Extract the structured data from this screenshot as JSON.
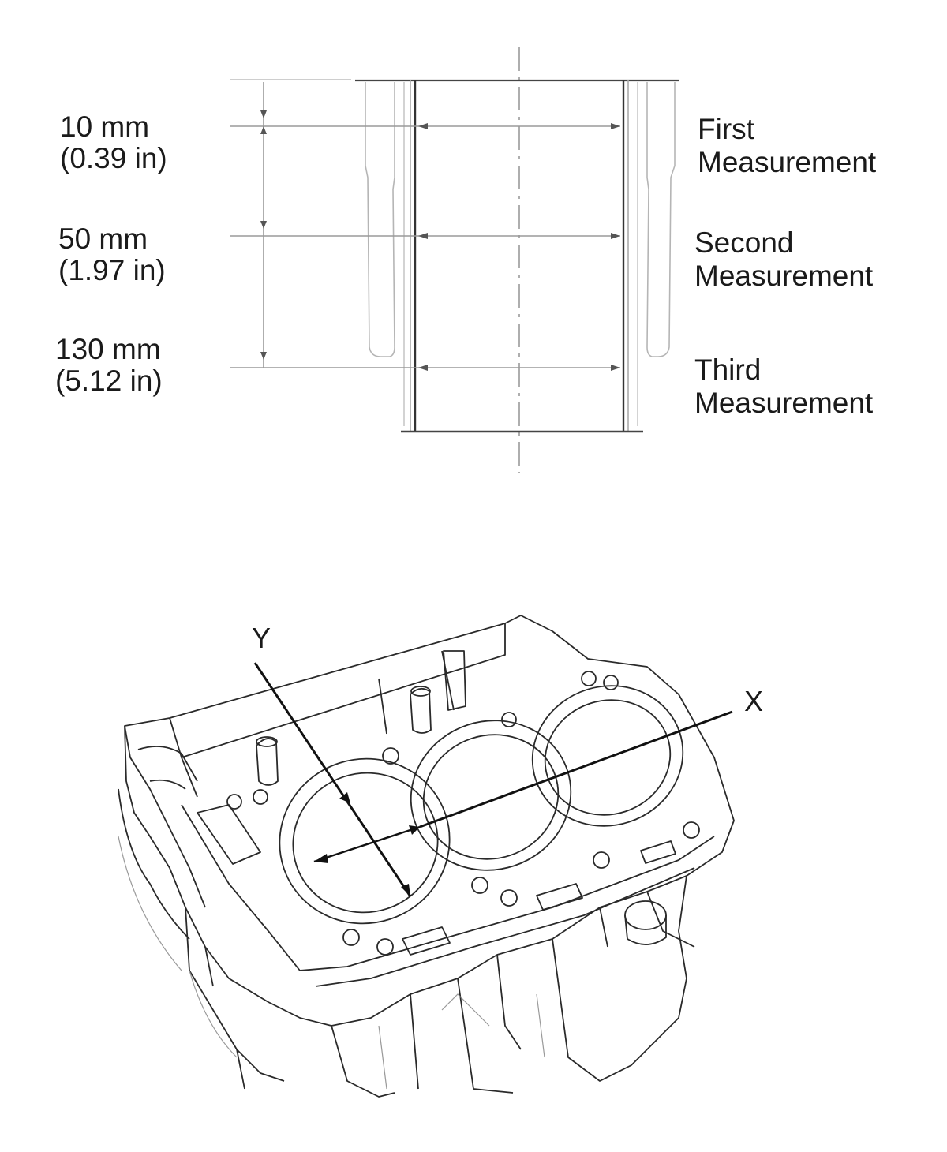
{
  "depths": [
    {
      "mm": "10 mm",
      "inch": "(0.39 in)"
    },
    {
      "mm": "50 mm",
      "inch": "(1.97 in)"
    },
    {
      "mm": "130 mm",
      "inch": "(5.12 in)"
    }
  ],
  "measurements": [
    {
      "line1": "First",
      "line2": "Measurement"
    },
    {
      "line1": "Second",
      "line2": "Measurement"
    },
    {
      "line1": "Third",
      "line2": "Measurement"
    }
  ],
  "axes": {
    "y": "Y",
    "x": "X"
  }
}
